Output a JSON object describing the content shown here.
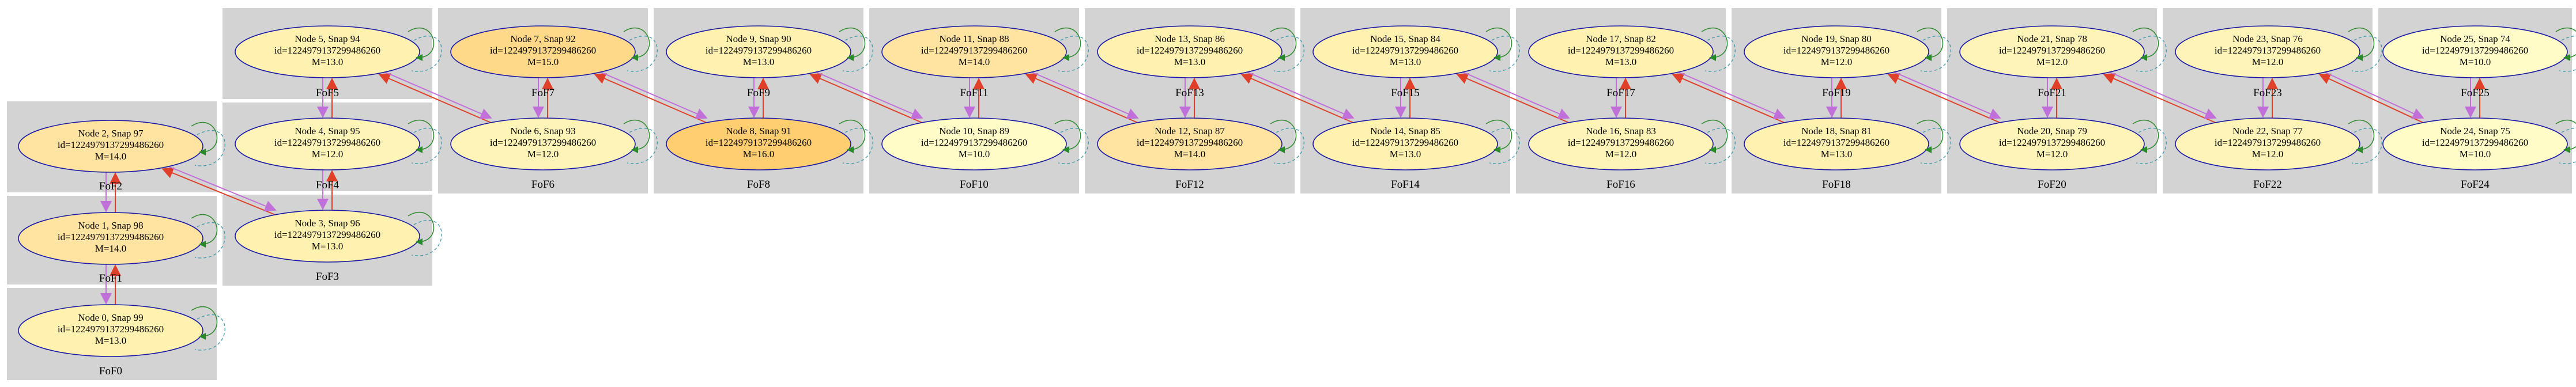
{
  "node_id_text": "id=12249791372994862​60",
  "nodes": [
    {
      "id": 0,
      "title": "Node 0, Snap 99",
      "idtext": "id=1224979137299486260",
      "mass": "M=13.0",
      "fill": "#fff1b0"
    },
    {
      "id": 1,
      "title": "Node 1, Snap 98",
      "idtext": "id=1224979137299486260",
      "mass": "M=14.0",
      "fill": "#ffe3a0"
    },
    {
      "id": 2,
      "title": "Node 2, Snap 97",
      "idtext": "id=1224979137299486260",
      "mass": "M=14.0",
      "fill": "#ffe3a0"
    },
    {
      "id": 3,
      "title": "Node 3, Snap 96",
      "idtext": "id=1224979137299486260",
      "mass": "M=13.0",
      "fill": "#fff1b0"
    },
    {
      "id": 4,
      "title": "Node 4, Snap 95",
      "idtext": "id=1224979137299486260",
      "mass": "M=12.0",
      "fill": "#fff4b8"
    },
    {
      "id": 5,
      "title": "Node 5, Snap 94",
      "idtext": "id=1224979137299486260",
      "mass": "M=13.0",
      "fill": "#fff1b0"
    },
    {
      "id": 6,
      "title": "Node 6, Snap 93",
      "idtext": "id=1224979137299486260",
      "mass": "M=12.0",
      "fill": "#fff4b8"
    },
    {
      "id": 7,
      "title": "Node 7, Snap 92",
      "idtext": "id=1224979137299486260",
      "mass": "M=15.0",
      "fill": "#ffd98a"
    },
    {
      "id": 8,
      "title": "Node 8, Snap 91",
      "idtext": "id=1224979137299486260",
      "mass": "M=16.0",
      "fill": "#ffce70"
    },
    {
      "id": 9,
      "title": "Node 9, Snap 90",
      "idtext": "id=1224979137299486260",
      "mass": "M=13.0",
      "fill": "#fff1b0"
    },
    {
      "id": 10,
      "title": "Node 10, Snap 89",
      "idtext": "id=1224979137299486260",
      "mass": "M=10.0",
      "fill": "#fffcc8"
    },
    {
      "id": 11,
      "title": "Node 11, Snap 88",
      "idtext": "id=1224979137299486260",
      "mass": "M=14.0",
      "fill": "#ffe3a0"
    },
    {
      "id": 12,
      "title": "Node 12, Snap 87",
      "idtext": "id=1224979137299486260",
      "mass": "M=14.0",
      "fill": "#ffe3a0"
    },
    {
      "id": 13,
      "title": "Node 13, Snap 86",
      "idtext": "id=1224979137299486260",
      "mass": "M=13.0",
      "fill": "#fff1b0"
    },
    {
      "id": 14,
      "title": "Node 14, Snap 85",
      "idtext": "id=1224979137299486260",
      "mass": "M=13.0",
      "fill": "#fff1b0"
    },
    {
      "id": 15,
      "title": "Node 15, Snap 84",
      "idtext": "id=1224979137299486260",
      "mass": "M=13.0",
      "fill": "#fff1b0"
    },
    {
      "id": 16,
      "title": "Node 16, Snap 83",
      "idtext": "id=1224979137299486260",
      "mass": "M=12.0",
      "fill": "#fff4b8"
    },
    {
      "id": 17,
      "title": "Node 17, Snap 82",
      "idtext": "id=1224979137299486260",
      "mass": "M=13.0",
      "fill": "#fff1b0"
    },
    {
      "id": 18,
      "title": "Node 18, Snap 81",
      "idtext": "id=1224979137299486260",
      "mass": "M=13.0",
      "fill": "#fff1b0"
    },
    {
      "id": 19,
      "title": "Node 19, Snap 80",
      "idtext": "id=1224979137299486260",
      "mass": "M=12.0",
      "fill": "#fff4b8"
    },
    {
      "id": 20,
      "title": "Node 20, Snap 79",
      "idtext": "id=1224979137299486260",
      "mass": "M=12.0",
      "fill": "#fff4b8"
    },
    {
      "id": 21,
      "title": "Node 21, Snap 78",
      "idtext": "id=1224979137299486260",
      "mass": "M=12.0",
      "fill": "#fff4b8"
    },
    {
      "id": 22,
      "title": "Node 22, Snap 77",
      "idtext": "id=1224979137299486260",
      "mass": "M=12.0",
      "fill": "#fff4b8"
    },
    {
      "id": 23,
      "title": "Node 23, Snap 76",
      "idtext": "id=1224979137299486260",
      "mass": "M=12.0",
      "fill": "#fff4b8"
    },
    {
      "id": 24,
      "title": "Node 24, Snap 75",
      "idtext": "id=1224979137299486260",
      "mass": "M=10.0",
      "fill": "#fffcc8"
    },
    {
      "id": 25,
      "title": "Node 25, Snap 74",
      "idtext": "id=1224979137299486260",
      "mass": "M=10.0",
      "fill": "#fffcc8"
    }
  ],
  "clusters": [
    "FoF0",
    "FoF3",
    "FoF6",
    "FoF8",
    "FoF10",
    "FoF12",
    "FoF14",
    "FoF16",
    "FoF18",
    "FoF20",
    "FoF22",
    "FoF24"
  ],
  "edge_labels": [
    "FoF1",
    "FoF2",
    "FoF4",
    "FoF5",
    "FoF7",
    "FoF9",
    "FoF11",
    "FoF13",
    "FoF15",
    "FoF17",
    "FoF19",
    "FoF21",
    "FoF23",
    "FoF25"
  ],
  "colors": {
    "cluster_fill": "#d3d3d3",
    "node_stroke": "#1a1aa6",
    "edge_red": "#e0402a",
    "edge_violet": "#c070d8",
    "self_loop_green": "#2a8a2a",
    "self_loop_teal": "#3a9aa8"
  }
}
